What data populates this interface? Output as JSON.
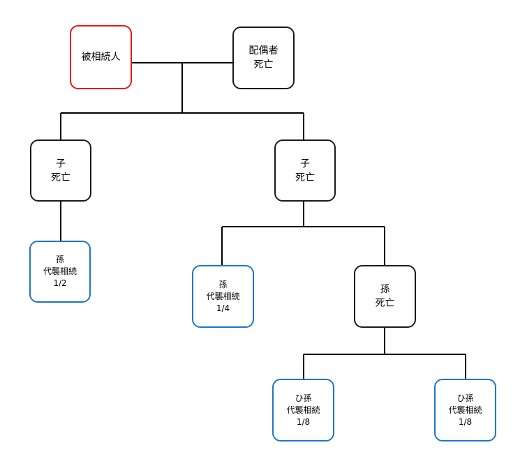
{
  "nodes": {
    "deceased": {
      "text": "被相続人",
      "color": "#e8151b"
    },
    "spouse": {
      "text": "配偶者\n死亡",
      "color": "#1a1a1a"
    },
    "child_left": {
      "text": "子\n死亡",
      "color": "#1a1a1a"
    },
    "child_right": {
      "text": "子\n死亡",
      "color": "#1a1a1a"
    },
    "grandchild_left": {
      "text": "孫\n代襲相続\n1/2",
      "color": "#1e76c6"
    },
    "grandchild_mid": {
      "text": "孫\n代襲相続\n1/4",
      "color": "#1e76c6"
    },
    "grandchild_right": {
      "text": "孫\n死亡",
      "color": "#1a1a1a"
    },
    "great_grandchild_left": {
      "text": "ひ孫\n代襲相続\n1/8",
      "color": "#1e76c6"
    },
    "great_grandchild_right": {
      "text": "ひ孫\n代襲相続\n1/8",
      "color": "#1e76c6"
    }
  }
}
